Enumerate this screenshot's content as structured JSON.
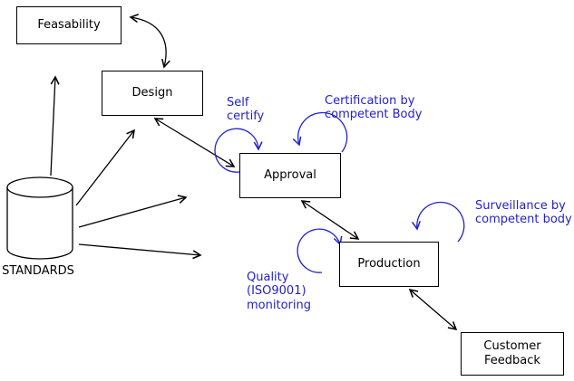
{
  "diagram": {
    "colors": {
      "line": "#000000",
      "annotation": "#2222cc",
      "background": "#ffffff"
    },
    "nodes": {
      "feasability": {
        "label": "Feasability",
        "shape": "box"
      },
      "design": {
        "label": "Design",
        "shape": "box"
      },
      "approval": {
        "label": "Approval",
        "shape": "box"
      },
      "production": {
        "label": "Production",
        "shape": "box"
      },
      "customer_feedback": {
        "label": "Customer\nFeedback",
        "shape": "box"
      },
      "standards": {
        "label": "STANDARDS",
        "shape": "cylinder"
      }
    },
    "annotations": {
      "self_certify": {
        "label": "Self\ncertify"
      },
      "certification": {
        "label": "Certification by\ncompetent Body"
      },
      "surveillance": {
        "label": "Surveillance by\ncompetent body"
      },
      "quality_monitoring": {
        "label": "Quality\n(ISO9001)\nmonitoring"
      }
    },
    "edges": [
      {
        "from": "feasability",
        "to": "design",
        "style": "double-arrow"
      },
      {
        "from": "design",
        "to": "approval",
        "style": "double-arrow"
      },
      {
        "from": "approval",
        "to": "production",
        "style": "double-arrow"
      },
      {
        "from": "production",
        "to": "customer_feedback",
        "style": "double-arrow"
      },
      {
        "from": "standards",
        "to": "feasability",
        "style": "arrow"
      },
      {
        "from": "standards",
        "to": "design",
        "style": "arrow"
      },
      {
        "from": "standards",
        "to": "approval",
        "style": "arrow"
      },
      {
        "from": "standards",
        "to": "production",
        "style": "arrow"
      },
      {
        "loop_on": "approval",
        "annotation": "self_certify",
        "style": "blue-loop"
      },
      {
        "loop_on": "approval",
        "annotation": "certification",
        "style": "blue-loop"
      },
      {
        "loop_on": "production",
        "annotation": "surveillance",
        "style": "blue-loop"
      },
      {
        "loop_on": "production",
        "annotation": "quality_monitoring",
        "style": "blue-loop"
      }
    ]
  }
}
